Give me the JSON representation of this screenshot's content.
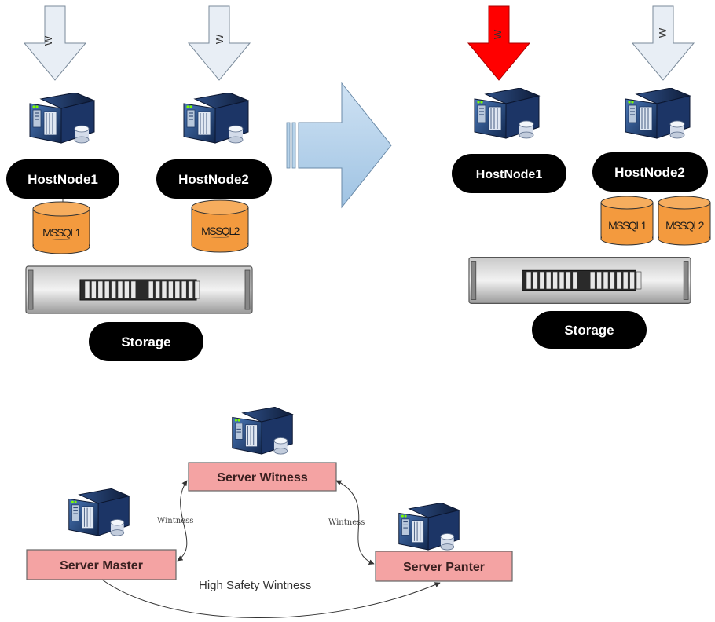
{
  "top_left": {
    "arrow1_label": "W",
    "arrow2_label": "W",
    "host1": "HostNode1",
    "host2": "HostNode2",
    "db1": "MSSQL1",
    "db2": "MSSQL2",
    "storage": "Storage"
  },
  "top_right": {
    "arrow1_label": "W",
    "arrow2_label": "W",
    "host1": "HostNode1",
    "host2": "HostNode2",
    "db1": "MSSQL1",
    "db2": "MSSQL2",
    "storage": "Storage"
  },
  "bottom": {
    "witness": "Server Witness",
    "master": "Server Master",
    "panter": "Server Panter",
    "left_link": "Wintness",
    "right_link": "Wintness",
    "caption": "High Safety Wintness"
  },
  "colors": {
    "failed_arrow": "#ff0000",
    "arrow": "#e8eef5",
    "big_arrow": "#b7d3ea",
    "database": "#f39a3e",
    "server_box": "#f4a3a3",
    "pill": "#000000"
  },
  "icons": [
    "down-arrow-icon",
    "server-icon",
    "database-icon",
    "storage-rack-icon",
    "transition-arrow-icon"
  ]
}
